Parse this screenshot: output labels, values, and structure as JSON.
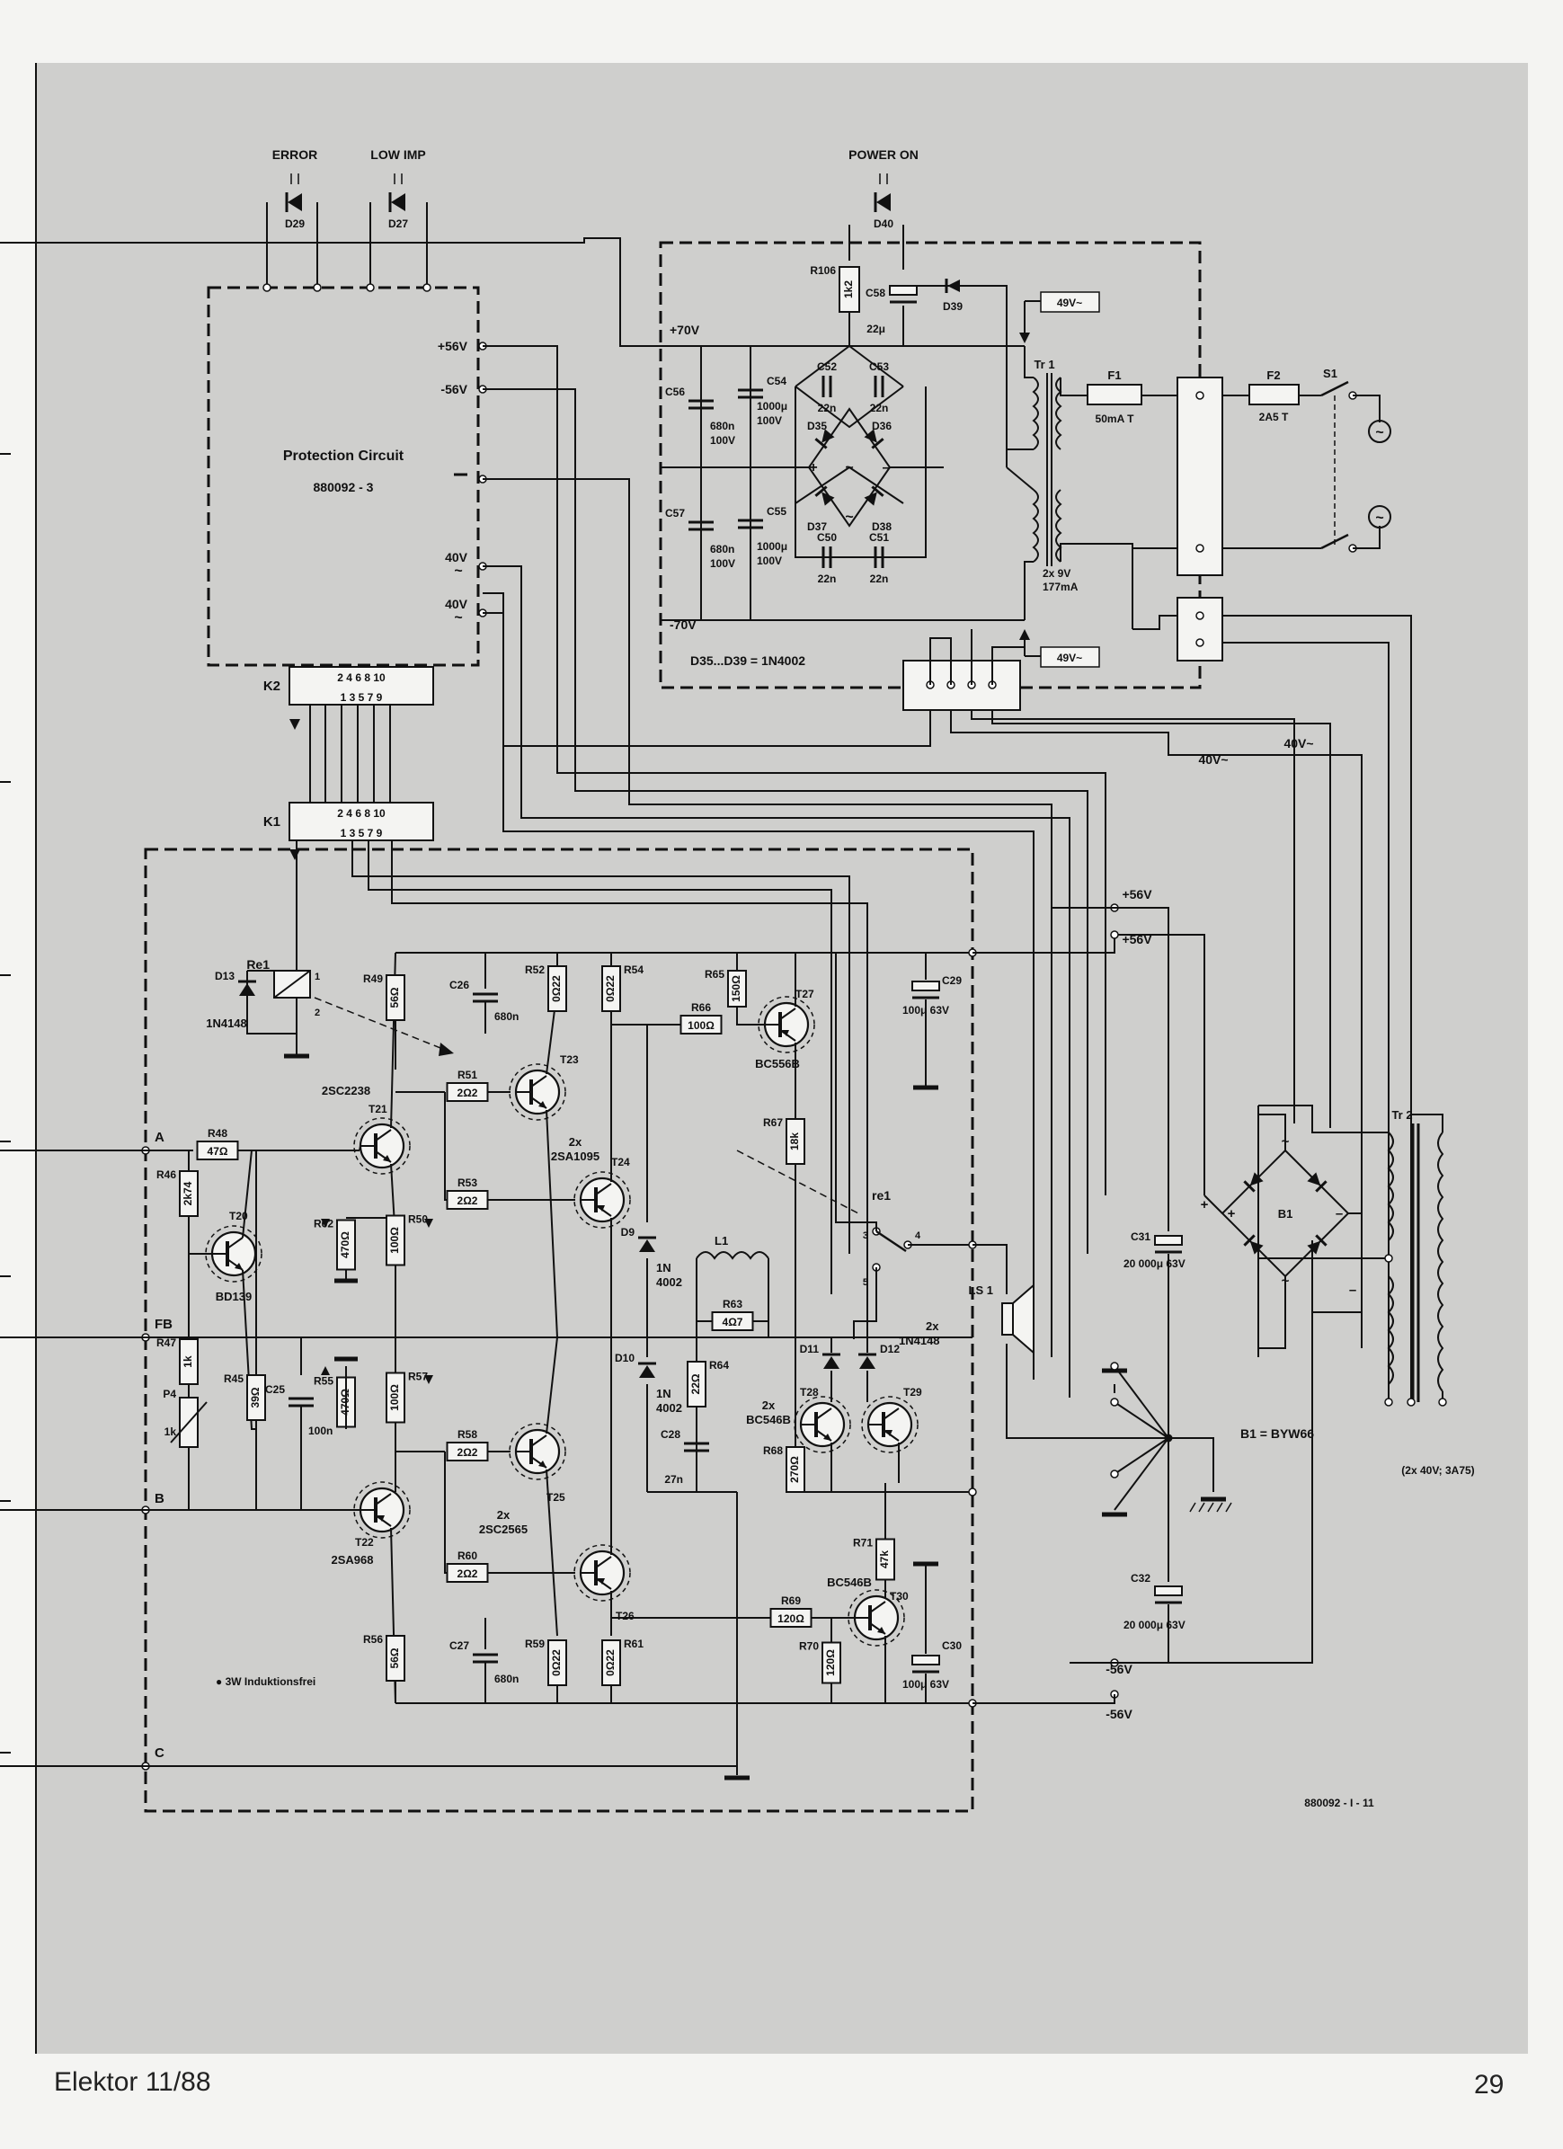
{
  "indicators": {
    "error": {
      "label": "ERROR",
      "ref": "D29"
    },
    "low_imp": {
      "label": "LOW IMP",
      "ref": "D27"
    },
    "power_on": {
      "label": "POWER ON",
      "ref": "D40"
    }
  },
  "protection": {
    "title": "Protection Circuit",
    "code": "880092 - 3",
    "pins": [
      "+56V",
      "-56V",
      "40V",
      "40V"
    ]
  },
  "connectors": {
    "k2": "K2",
    "k1": "K1",
    "top_pins": "2 4 6 8 10",
    "bottom_pins": "1 3 5 7 9"
  },
  "psu": {
    "plus70": "+70V",
    "minus70": "-70V",
    "note": "D35...D39 = 1N4002",
    "v49a": "49V~",
    "v49b": "49V~",
    "parts": [
      {
        "ref": "R106",
        "value": "1k2"
      },
      {
        "ref": "C58",
        "value": "22μ"
      },
      {
        "ref": "D39",
        "value": ""
      },
      {
        "ref": "C52",
        "value": "22n"
      },
      {
        "ref": "C53",
        "value": "22n"
      },
      {
        "ref": "C56",
        "value": "680n 100V"
      },
      {
        "ref": "C54",
        "value": "1000μ 100V"
      },
      {
        "ref": "C57",
        "value": "680n 100V"
      },
      {
        "ref": "C55",
        "value": "1000μ 100V"
      },
      {
        "ref": "C50",
        "value": "22n"
      },
      {
        "ref": "C51",
        "value": "22n"
      },
      {
        "ref": "D35",
        "value": ""
      },
      {
        "ref": "D36",
        "value": ""
      },
      {
        "ref": "D37",
        "value": ""
      },
      {
        "ref": "D38",
        "value": ""
      }
    ],
    "tr1": "Tr 1",
    "tr1_spec": "2x 9V",
    "tr1_spec2": "177mA",
    "f1": "F1",
    "f1_value": "50mA T",
    "f2": "F2",
    "f2_value": "2A5 T",
    "s1": "S1"
  },
  "amp": {
    "labels": {
      "A": "A",
      "FB": "FB",
      "B": "B",
      "C": "C",
      "re1": "Re1",
      "re1_contact": "re1",
      "ls1": "LS 1",
      "l1": "L1",
      "plus56a": "+56V",
      "plus56b": "+56V",
      "minus56a": "-56V",
      "minus56b": "-56V",
      "v40a": "40V~",
      "v40b": "40V~",
      "b1": "B1",
      "b1_note": "B1 = BYW66",
      "tr2": "Tr 2",
      "tr2_spec": "(2x 40V; 3A75)",
      "c31": "C31",
      "c31_value": "20 000μ 63V",
      "c32": "C32",
      "c32_value": "20 000μ 63V",
      "legend": "● 3W Induktionsfrei",
      "figure_code": "880092 - I - 11"
    },
    "transistors": [
      {
        "ref": "T20",
        "type": "BD139"
      },
      {
        "ref": "T21",
        "type": "2SC2238"
      },
      {
        "ref": "T22",
        "type": "2SA968"
      },
      {
        "ref": "T23",
        "type": ""
      },
      {
        "ref": "T24",
        "type": "2x 2SA1095"
      },
      {
        "ref": "T25",
        "type": ""
      },
      {
        "ref": "T26",
        "type": "2x 2SC2565"
      },
      {
        "ref": "T27",
        "type": "BC556B"
      },
      {
        "ref": "T28",
        "type": "2x BC546B"
      },
      {
        "ref": "T29",
        "type": ""
      },
      {
        "ref": "T30",
        "type": "BC546B"
      }
    ],
    "resistors": [
      {
        "ref": "R48",
        "value": "47Ω"
      },
      {
        "ref": "R46",
        "value": "2k74"
      },
      {
        "ref": "R47",
        "value": "1k"
      },
      {
        "ref": "P4",
        "value": "1k"
      },
      {
        "ref": "R45",
        "value": "39Ω"
      },
      {
        "ref": "R49",
        "value": "56Ω"
      },
      {
        "ref": "R62",
        "value": "470Ω"
      },
      {
        "ref": "R50",
        "value": "100Ω"
      },
      {
        "ref": "R55",
        "value": "470Ω"
      },
      {
        "ref": "R57",
        "value": "100Ω"
      },
      {
        "ref": "R51",
        "value": "2Ω2"
      },
      {
        "ref": "R53",
        "value": "2Ω2"
      },
      {
        "ref": "R58",
        "value": "2Ω2"
      },
      {
        "ref": "R60",
        "value": "2Ω2"
      },
      {
        "ref": "R52",
        "value": "0Ω22"
      },
      {
        "ref": "R54",
        "value": "0Ω22"
      },
      {
        "ref": "R59",
        "value": "0Ω22"
      },
      {
        "ref": "R61",
        "value": "0Ω22"
      },
      {
        "ref": "R56",
        "value": "56Ω"
      },
      {
        "ref": "R65",
        "value": "150Ω"
      },
      {
        "ref": "R66",
        "value": "100Ω"
      },
      {
        "ref": "R67",
        "value": "18k"
      },
      {
        "ref": "R63",
        "value": "4Ω7"
      },
      {
        "ref": "R64",
        "value": "22Ω"
      },
      {
        "ref": "R68",
        "value": "270Ω"
      },
      {
        "ref": "R71",
        "value": "47k"
      },
      {
        "ref": "R69",
        "value": "120Ω"
      },
      {
        "ref": "R70",
        "value": "120Ω"
      }
    ],
    "capacitors": [
      {
        "ref": "C26",
        "value": "680n"
      },
      {
        "ref": "C27",
        "value": "680n"
      },
      {
        "ref": "C25",
        "value": "100n"
      },
      {
        "ref": "C28",
        "value": "27n"
      },
      {
        "ref": "C29",
        "value": "100μ 63V"
      },
      {
        "ref": "C30",
        "value": "100μ 63V"
      }
    ],
    "diodes": [
      {
        "ref": "D13",
        "value": "1N4148"
      },
      {
        "ref": "D9",
        "value": "1N 4002"
      },
      {
        "ref": "D10",
        "value": "1N 4002"
      },
      {
        "ref": "D11",
        "value": ""
      },
      {
        "ref": "D12",
        "value": "2x 1N4148"
      }
    ]
  },
  "footer": {
    "left": "Elektor 11/88",
    "right": "29"
  }
}
